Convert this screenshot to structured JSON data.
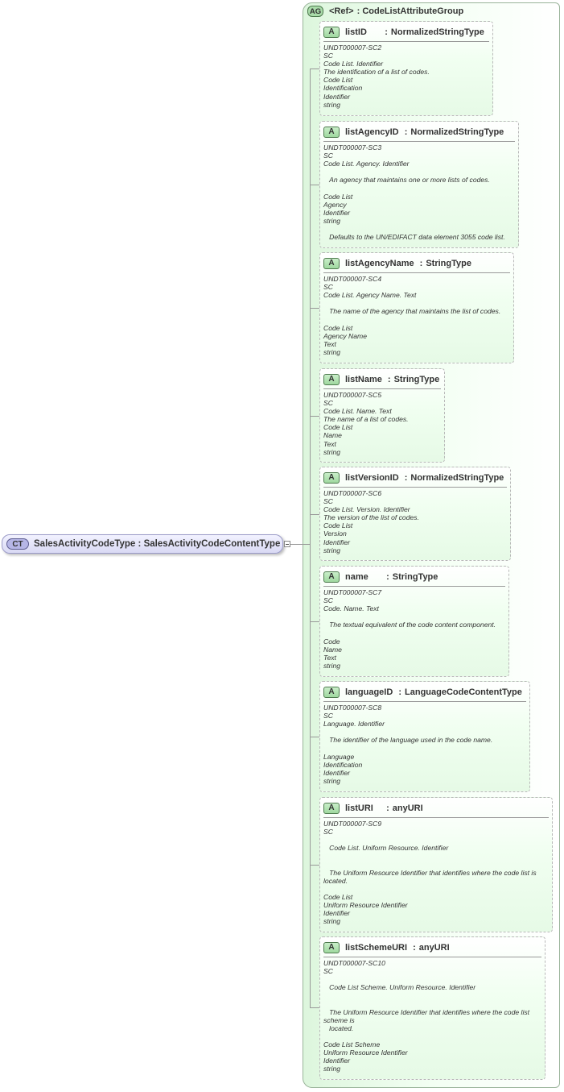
{
  "complex_type": {
    "badge": "CT",
    "name": "SalesActivityCodeType",
    "type": "SalesActivityCodeContentType"
  },
  "attribute_group": {
    "badge": "AG",
    "ref": "<Ref>",
    "name": "CodeListAttributeGroup"
  },
  "attributes": [
    {
      "badge": "A",
      "name": "listID",
      "type": "NormalizedStringType",
      "doc": [
        "UNDT000007-SC2",
        "SC",
        "Code List. Identifier",
        "The identification of a list of codes.",
        "Code List",
        "Identification",
        "Identifier",
        "string"
      ]
    },
    {
      "badge": "A",
      "name": "listAgencyID",
      "type": "NormalizedStringType",
      "doc": [
        "UNDT000007-SC3",
        "SC",
        "Code List. Agency. Identifier",
        "",
        "   An agency that maintains one or more lists of codes.",
        "",
        "Code List",
        "Agency",
        "Identifier",
        "string",
        "",
        "   Defaults to the UN/EDIFACT data element 3055 code list."
      ]
    },
    {
      "badge": "A",
      "name": "listAgencyName",
      "type": "StringType",
      "doc": [
        "UNDT000007-SC4",
        "SC",
        "Code List. Agency Name. Text",
        "",
        "   The name of the agency that maintains the list of codes.",
        "",
        "Code List",
        "Agency Name",
        "Text",
        "string"
      ]
    },
    {
      "badge": "A",
      "name": "listName",
      "type": "StringType",
      "doc": [
        "UNDT000007-SC5",
        "SC",
        "Code List. Name. Text",
        "The name of a list of codes.",
        "Code List",
        "Name",
        "Text",
        "string"
      ]
    },
    {
      "badge": "A",
      "name": "listVersionID",
      "type": "NormalizedStringType",
      "doc": [
        "UNDT000007-SC6",
        "SC",
        "Code List. Version. Identifier",
        "The version of the list of codes.",
        "Code List",
        "Version",
        "Identifier",
        "string"
      ]
    },
    {
      "badge": "A",
      "name": "name",
      "type": "StringType",
      "doc": [
        "UNDT000007-SC7",
        "SC",
        "Code. Name. Text",
        "",
        "   The textual equivalent of the code content component.",
        "",
        "Code",
        "Name",
        "Text",
        "string"
      ]
    },
    {
      "badge": "A",
      "name": "languageID",
      "type": "LanguageCodeContentType",
      "doc": [
        "UNDT000007-SC8",
        "SC",
        "Language. Identifier",
        "",
        "   The identifier of the language used in the code name.",
        "",
        "Language",
        "Identification",
        "Identifier",
        "string"
      ]
    },
    {
      "badge": "A",
      "name": "listURI",
      "type": "anyURI",
      "doc": [
        "UNDT000007-SC9",
        "SC",
        "",
        "   Code List. Uniform Resource. Identifier",
        "",
        "",
        "   The Uniform Resource Identifier that identifies where the code list is",
        "located.",
        "",
        "Code List",
        "Uniform Resource Identifier",
        "Identifier",
        "string"
      ]
    },
    {
      "badge": "A",
      "name": "listSchemeURI",
      "type": "anyURI",
      "doc": [
        "UNDT000007-SC10",
        "SC",
        "",
        "   Code List Scheme. Uniform Resource. Identifier",
        "",
        "",
        "   The Uniform Resource Identifier that identifies where the code list",
        "scheme is",
        "   located.",
        "",
        "Code List Scheme",
        "Uniform Resource Identifier",
        "Identifier",
        "string"
      ]
    }
  ]
}
